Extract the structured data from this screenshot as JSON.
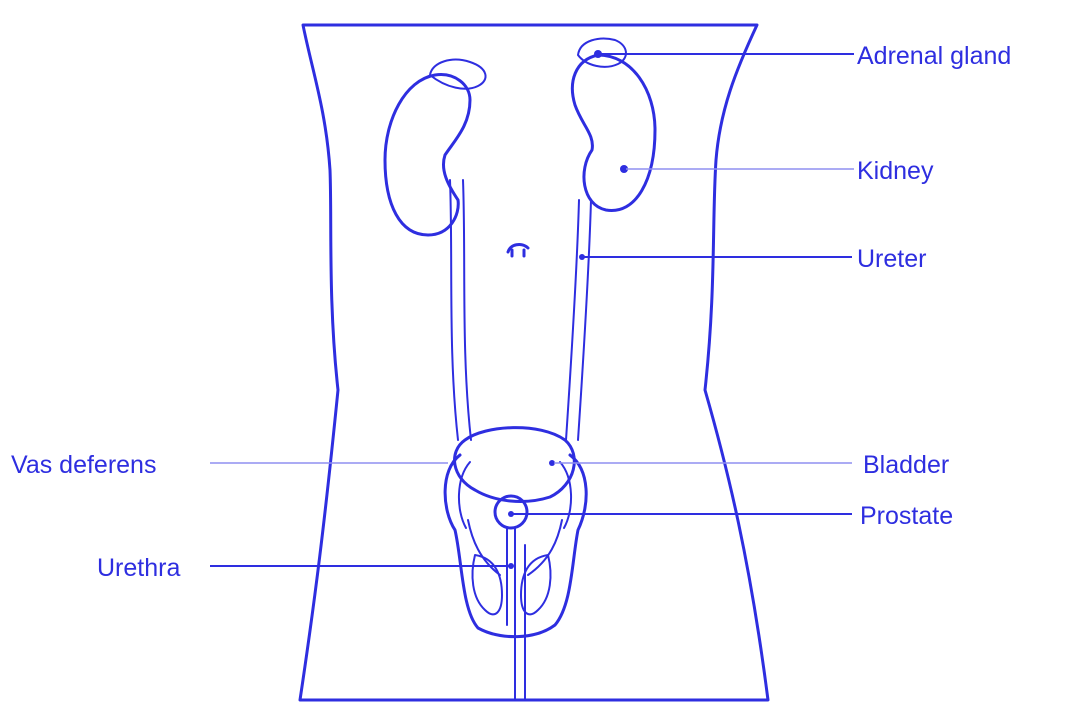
{
  "labels": {
    "adrenal_gland": "Adrenal gland",
    "kidney": "Kidney",
    "ureter": "Ureter",
    "bladder": "Bladder",
    "prostate": "Prostate",
    "vas_deferens": "Vas deferens",
    "urethra": "Urethra"
  },
  "colors": {
    "line": "#2e2ee0",
    "background": "#ffffff"
  }
}
